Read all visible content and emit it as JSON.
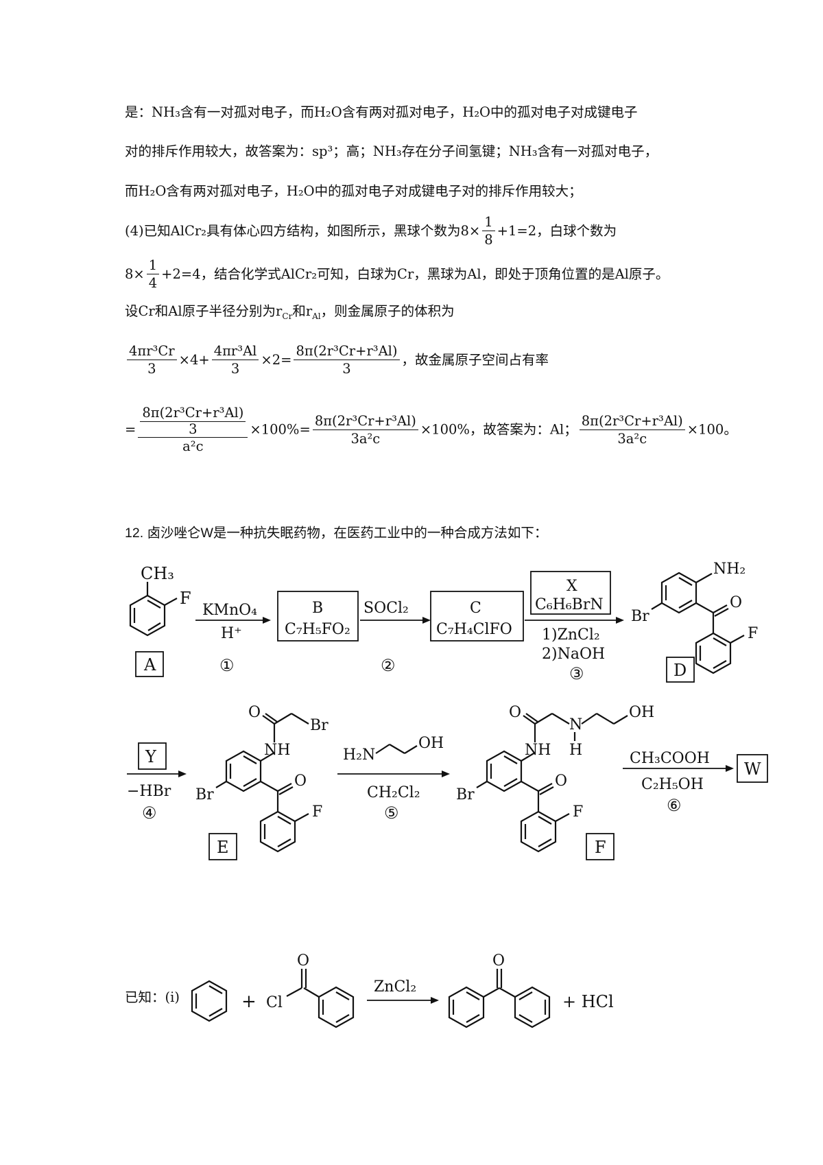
{
  "text": {
    "l1": "是：NH₃含有一对孤对电子，而H₂O含有两对孤对电子，H₂O中的孤对电子对成键电子",
    "l2": "对的排斥作用较大，故答案为：sp³；高；NH₃存在分子间氢键；NH₃含有一对孤对电子，",
    "l3": "而H₂O含有两对孤对电子，H₂O中的孤对电子对成键电子对的排斥作用较大；",
    "l4a": "(4)已知AlCr₂具有体心四方结构，如图所示，黑球个数为8×",
    "l4b": "+1=2，白球个数为",
    "l5a": "8×",
    "l5b": "+2=4，结合化学式AlCr₂可知，白球为Cr，黑球为Al，即处于顶角位置的是Al原子。",
    "l6": "设Cr和Al原子半径分别为r",
    "l6b": "和r",
    "l6c": "，则金属原子的体积为",
    "l7tail": "，故金属原子空间占有率",
    "l8mid": "×100%=",
    "l8tail": "×100%，故答案为：Al；",
    "l8end": "×100。",
    "q12": "12. 卤沙唑仑W是一种抗失眠药物，在医药工业中的一种合成方法如下：",
    "known": "已知：(ⅰ)"
  },
  "frac": {
    "one": "1",
    "eight": "8",
    "four": "4",
    "three": "3",
    "v1num": "4πr³Cr",
    "v2num": "4πr³Al",
    "v3num": "8π(2r³Cr+r³Al)",
    "times4": "×4+",
    "times2": "×2=",
    "a2c": "a²c",
    "three_a2c": "3a²c"
  },
  "scheme": {
    "A": "A",
    "B": "B",
    "B_formula": "C₇H₅FO₂",
    "C": "C",
    "C_formula": "C₇H₄ClFO",
    "X": "X",
    "X_formula": "C₆H₆BrN",
    "D": "D",
    "E": "E",
    "F": "F",
    "W": "W",
    "Y": "Y",
    "r1_top": "KMnO₄",
    "r1_bot": "H⁺",
    "r2_top": "SOCl₂",
    "r3_a": "1)ZnCl₂",
    "r3_b": "2)NaOH",
    "r4_bot": "−HBr",
    "r5_top": "H₂N",
    "r5_oh": "OH",
    "r5_bot": "CH₂Cl₂",
    "r6_top": "CH₃COOH",
    "r6_bot": "C₂H₅OH",
    "step1": "①",
    "step2": "②",
    "step3": "③",
    "step4": "④",
    "step5": "⑤",
    "step6": "⑥",
    "CH3": "CH₃",
    "Fatom": "F",
    "Br": "Br",
    "NH2": "NH₂",
    "O": "O",
    "NH": "NH",
    "N": "N",
    "H": "H",
    "OH": "OH",
    "Cl": "Cl",
    "ZnCl2": "ZnCl₂",
    "plus": "+",
    "HCl": "+ HCl"
  }
}
